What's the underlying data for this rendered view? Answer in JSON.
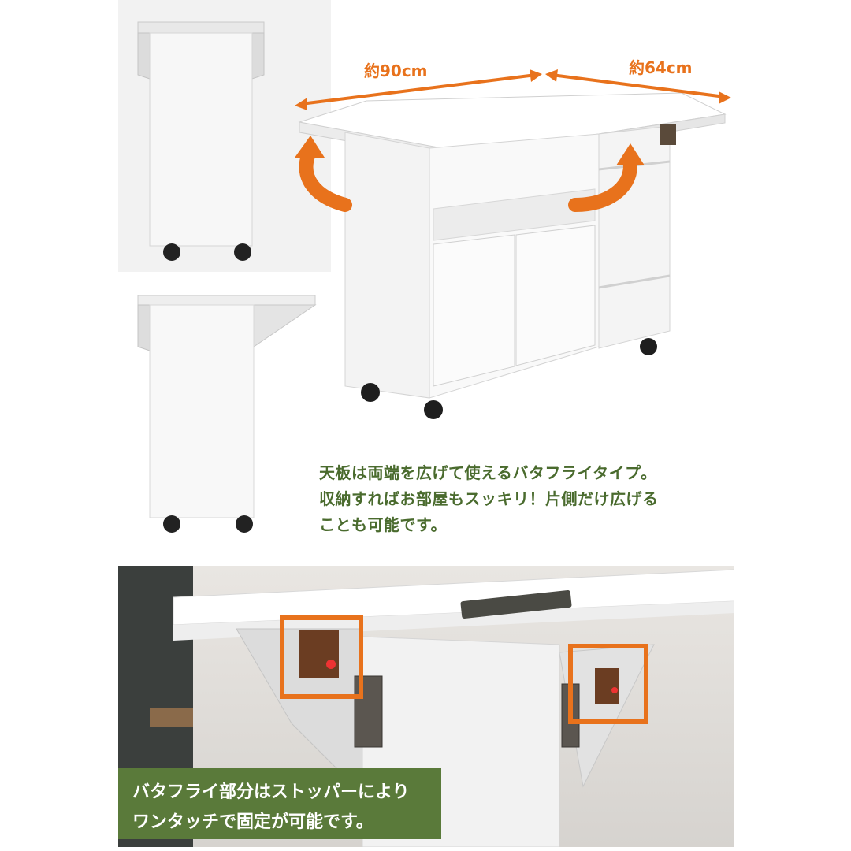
{
  "dimensions": {
    "width_label": "約90cm",
    "depth_label": "約64cm"
  },
  "description": {
    "lines": [
      "天板は両端を広げて使えるバタフライタイプ。",
      "収納すればお部屋もスッキリ！片側だけ広げる",
      "ことも可能です。"
    ]
  },
  "caption": {
    "lines": [
      "バタフライ部分はストッパーにより",
      "ワンタッチで固定が可能です。"
    ]
  },
  "colors": {
    "accent_orange": "#e8721c",
    "text_green": "#4a6b2e",
    "caption_bg": "#5a7a3a"
  }
}
